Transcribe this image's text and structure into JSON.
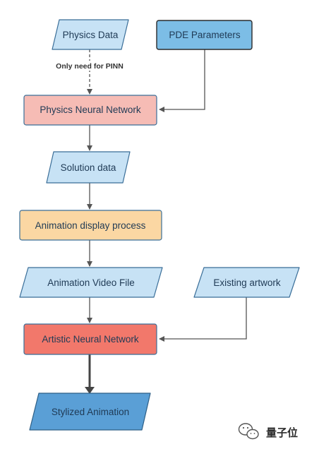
{
  "nodes": {
    "physics_data": "Physics Data",
    "pde_parameters": "PDE Parameters",
    "physics_neural_network": "Physics Neural Network",
    "solution_data": "Solution data",
    "animation_display_process": "Animation display process",
    "animation_video_file": "Animation Video File",
    "existing_artwork": "Existing artwork",
    "artistic_neural_network": "Artistic Neural Network",
    "stylized_animation": "Stylized Animation"
  },
  "edge_labels": {
    "only_need_for_pinn": "Only need for PINN"
  },
  "watermark": {
    "text": "量子位"
  },
  "colors": {
    "blue_fill": "#c7e2f5",
    "blue_dark_fill": "#7cbde6",
    "pink_fill": "#f6bcb5",
    "orange_fill": "#fbd7a3",
    "red_fill": "#f2786b",
    "stylized_fill": "#5a9fd6",
    "border": "#3a6e98",
    "edge": "#555555"
  }
}
